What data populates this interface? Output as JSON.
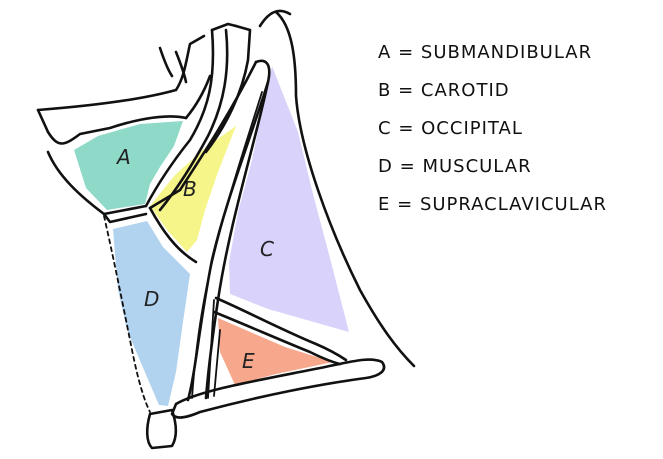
{
  "regions": [
    {
      "letter": "A",
      "name": "Submandibular",
      "color": "#8fd9c9"
    },
    {
      "letter": "B",
      "name": "Carotid",
      "color": "#f6f58a"
    },
    {
      "letter": "C",
      "name": "Occipital",
      "color": "#d9d3fb"
    },
    {
      "letter": "D",
      "name": "Muscular",
      "color": "#b1d3ef"
    },
    {
      "letter": "E",
      "name": "Supraclavicular",
      "color": "#f6a78c"
    }
  ],
  "legend": [
    {
      "letter": "A",
      "separator": "=",
      "name": "SUBMANDIBULAR"
    },
    {
      "letter": "B",
      "separator": "=",
      "name": "CAROTID"
    },
    {
      "letter": "C",
      "separator": "=",
      "name": "OCCIPITAL"
    },
    {
      "letter": "D",
      "separator": "=",
      "name": "MUSCULAR"
    },
    {
      "letter": "E",
      "separator": "=",
      "name": "SUPRACLAVICULAR"
    }
  ]
}
